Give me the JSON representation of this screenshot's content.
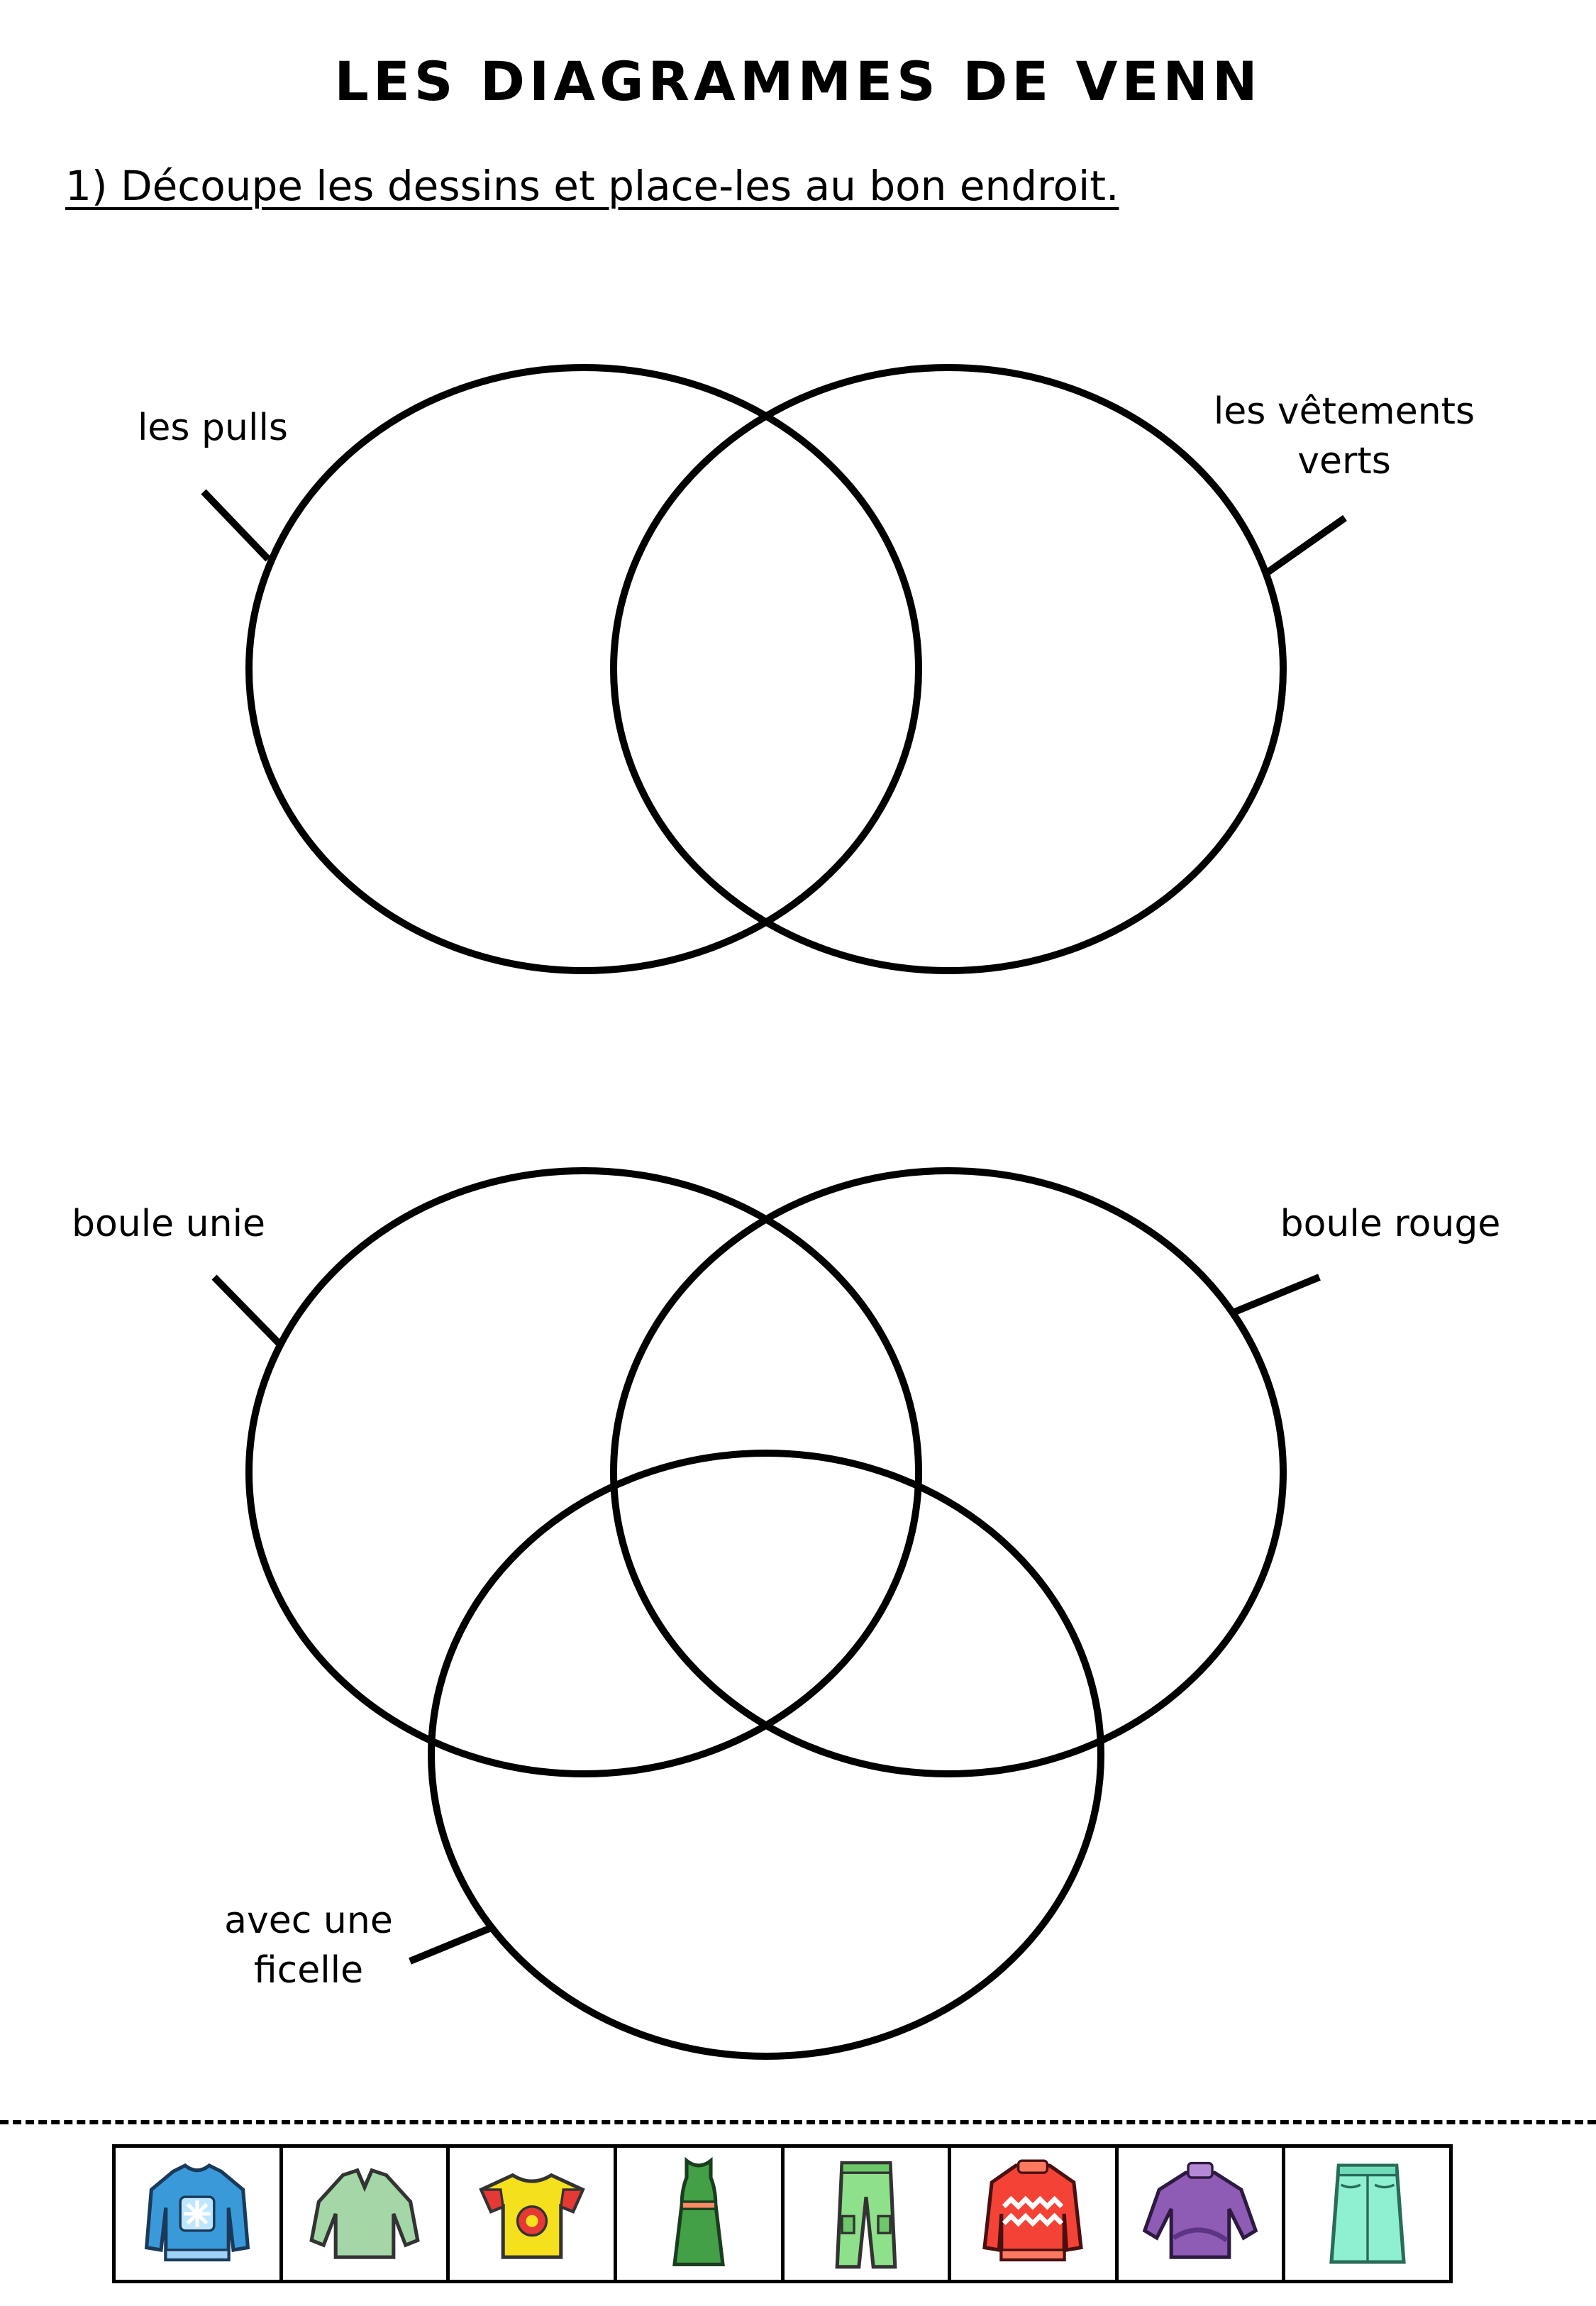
{
  "title": "LES DIAGRAMMES DE VENN",
  "instruction": "1) Découpe les dessins et place-les au bon endroit.",
  "diagram1": {
    "label_left": "les pulls",
    "label_right_line1": "les vêtements",
    "label_right_line2": "verts"
  },
  "diagram2": {
    "label_left": "boule unie",
    "label_right": "boule rouge",
    "label_bottom_line1": "avec une",
    "label_bottom_line2": "ficelle"
  },
  "cutouts": [
    {
      "icon": "blue-snowflake-sweater-icon",
      "color": "#3a9ad9"
    },
    {
      "icon": "green-vneck-sweater-icon",
      "color": "#a5d6a7"
    },
    {
      "icon": "yellow-tshirt-icon",
      "color": "#f4e01c"
    },
    {
      "icon": "green-dress-icon",
      "color": "#43a047"
    },
    {
      "icon": "green-pants-icon",
      "color": "#8ee08a"
    },
    {
      "icon": "red-zigzag-sweater-icon",
      "color": "#f44336"
    },
    {
      "icon": "purple-turtleneck-sweater-icon",
      "color": "#8e5bb5"
    },
    {
      "icon": "mint-skirt-icon",
      "color": "#8ef0d0"
    }
  ]
}
